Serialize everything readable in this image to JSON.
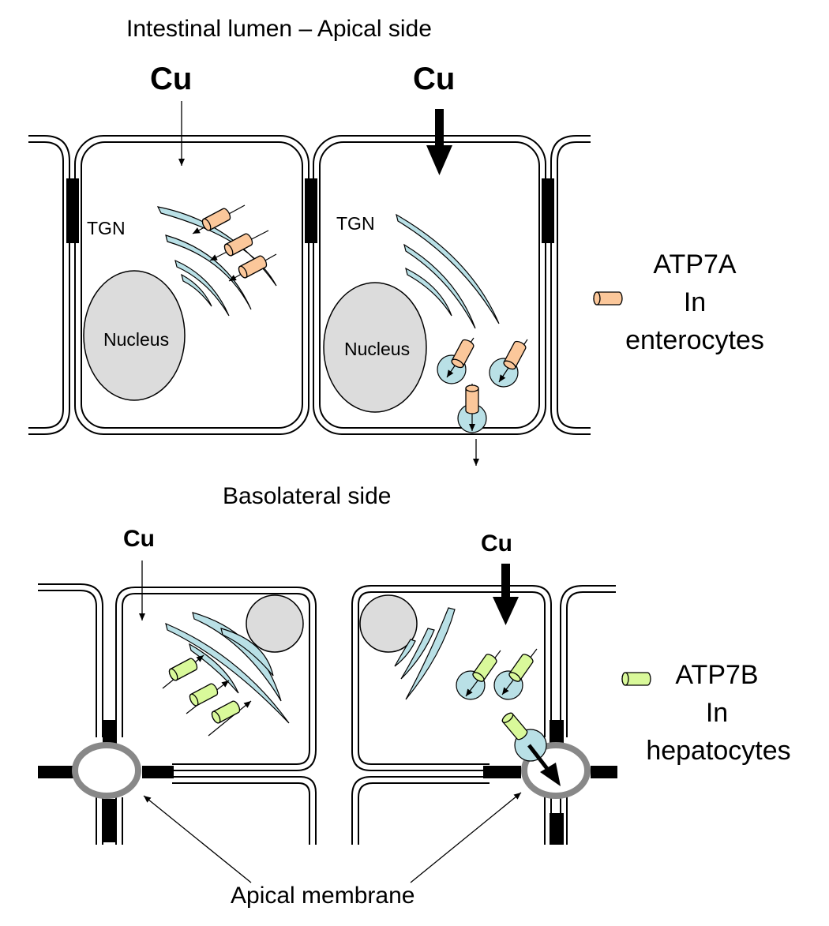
{
  "top_title": "Intestinal lumen – Apical side",
  "top_cu_left": "Cu",
  "top_cu_right": "Cu",
  "tgn_left": "TGN",
  "tgn_right": "TGN",
  "nucleus_left": "Nucleus",
  "nucleus_right": "Nucleus",
  "basolateral": "Basolateral side",
  "bottom_cu_left": "Cu",
  "bottom_cu_right": "Cu",
  "apical_membrane": "Apical membrane",
  "legend_a": {
    "line1": "ATP7A",
    "line2": "In",
    "line3": "enterocytes"
  },
  "legend_b": {
    "line1": "ATP7B",
    "line2": "In",
    "line3": "hepatocytes"
  },
  "colors": {
    "atp7a": "#fbc79a",
    "atp7b": "#d9f99a",
    "organelle": "#b9e0e6",
    "nucleus": "#dcdcdc",
    "junction": "#000000",
    "canaliculus": "#888888"
  },
  "icons": [
    "atp7a-transporter-icon",
    "atp7b-transporter-icon"
  ]
}
